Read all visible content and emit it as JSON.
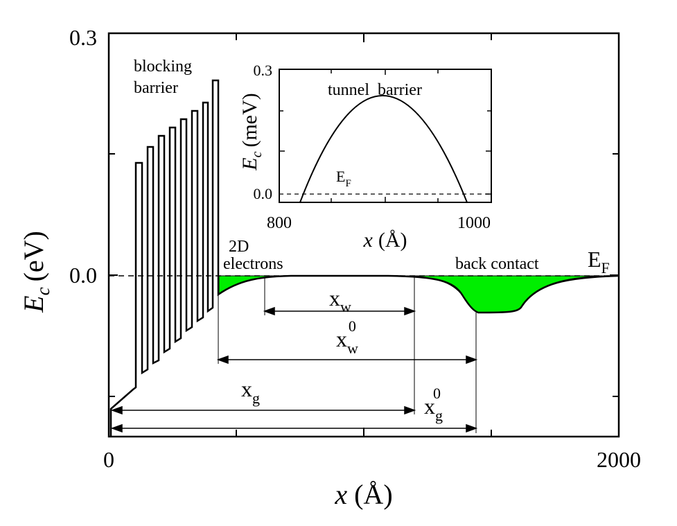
{
  "main_axes": {
    "x_tick_labels": [
      "0",
      "2000"
    ],
    "y_tick_labels": [
      "0.3",
      "0.0"
    ],
    "x_label": "x",
    "x_unit": "(Å)",
    "y_label_E": "E",
    "y_label_sub": "c",
    "y_unit": "(eV)"
  },
  "annotations": {
    "blocking_line1": "blocking",
    "blocking_line2": "barrier",
    "twoD_line1": "2D",
    "twoD_line2": "electrons",
    "back_contact": "back contact",
    "fermi_E": "E",
    "fermi_sub": "F",
    "xw_x": "x",
    "xw_sub": "w",
    "xw0_x": "x",
    "xw0_sub": "w",
    "xw0_sup": "0",
    "xg_x": "x",
    "xg_sub": "g",
    "xg0_x": "x",
    "xg0_sub": "g",
    "xg0_sup": "0"
  },
  "inset": {
    "title": "tunnel  barrier",
    "x_tick_labels": [
      "800",
      "1000"
    ],
    "y_tick_labels": [
      "0.3",
      "0.0"
    ],
    "x_label": "x",
    "x_unit": "(Å)",
    "y_label_E": "E",
    "y_label_sub": "c",
    "y_unit": "(meV)",
    "fermi_E": "E",
    "fermi_sub": "F"
  },
  "colors": {
    "fill": "#00ee00",
    "line": "#000000"
  }
}
